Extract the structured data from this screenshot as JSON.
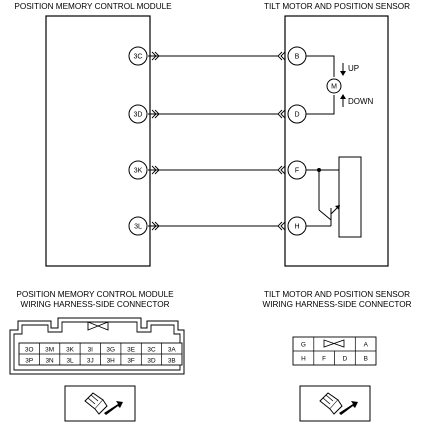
{
  "module": {
    "title": "POSITION MEMORY CONTROL MODULE",
    "pins": [
      "3C",
      "3D",
      "3K",
      "3L"
    ]
  },
  "sensor": {
    "title": "TILT MOTOR AND POSITION SENSOR",
    "pins": [
      "B",
      "D",
      "F",
      "H"
    ],
    "up_label": "UP",
    "down_label": "DOWN",
    "motor_label": "M"
  },
  "module_connector": {
    "title_line1": "POSITION MEMORY CONTROL MODULE",
    "title_line2": "WIRING HARNESS-SIDE CONNECTOR",
    "row1": [
      "3O",
      "3M",
      "3K",
      "3I",
      "3G",
      "3E",
      "3C",
      "3A"
    ],
    "row2": [
      "3P",
      "3N",
      "3L",
      "3J",
      "3H",
      "3F",
      "3D",
      "3B"
    ],
    "icon": "connector-plug-icon"
  },
  "sensor_connector": {
    "title_line1": "TILT MOTOR AND POSITION SENSOR",
    "title_line2": "WIRING HARNESS-SIDE CONNECTOR",
    "row1": [
      "G",
      "A"
    ],
    "row2": [
      "H",
      "F",
      "D",
      "B"
    ],
    "icon": "connector-plug-icon"
  }
}
